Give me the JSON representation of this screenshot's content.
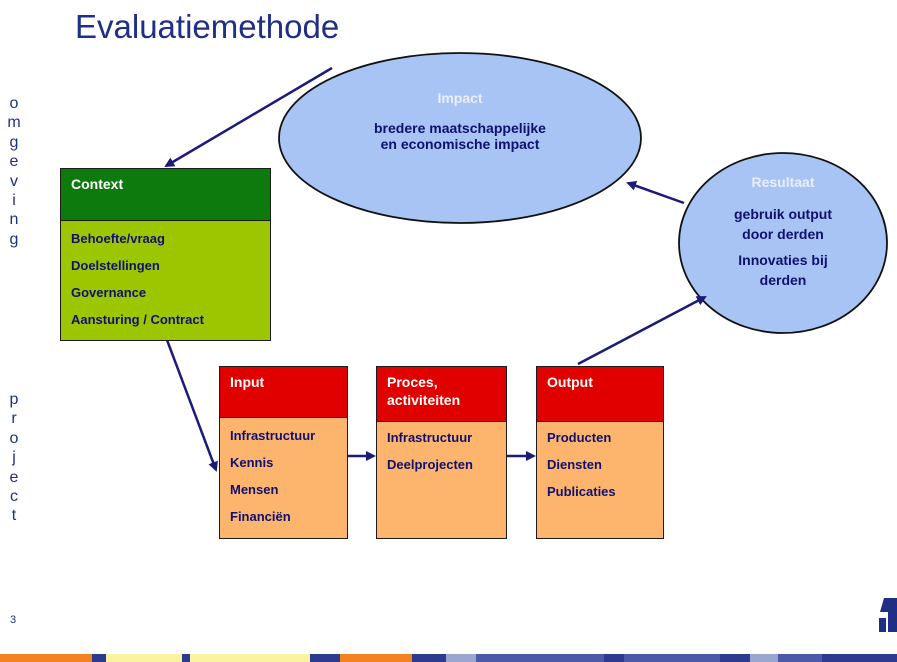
{
  "title": "Evaluatiemethode",
  "side_labels": {
    "omgeving": [
      "o",
      "m",
      "g",
      "e",
      "v",
      "i",
      "n",
      "g"
    ],
    "project": [
      "p",
      "r",
      "o",
      "j",
      "e",
      "c",
      "t"
    ]
  },
  "impact": {
    "heading": "Impact",
    "line1": "bredere maatschappelijke",
    "line2": "en economische impact"
  },
  "resultaat": {
    "heading": "Resultaat",
    "line1": "gebruik output",
    "line2": "door derden",
    "line3": "Innovaties bij",
    "line4": "derden"
  },
  "context": {
    "heading": "Context",
    "items": [
      "Behoefte/vraag",
      "Doelstellingen",
      "Governance",
      "Aansturing / Contract"
    ]
  },
  "input": {
    "heading": "Input",
    "items": [
      "Infrastructuur",
      "Kennis",
      "Mensen",
      "Financiën"
    ]
  },
  "proces": {
    "heading_line1": "Proces,",
    "heading_line2": "activiteiten",
    "items": [
      "Infrastructuur",
      "Deelprojecten"
    ]
  },
  "output": {
    "heading": "Output",
    "items": [
      "Producten",
      "Diensten",
      "Publicaties"
    ]
  },
  "page_number": "3",
  "colors": {
    "title": "#1f2f86",
    "ellipse_fill": "#a8c4f4",
    "context_head": "#0d7a0d",
    "context_body": "#9cc600",
    "box_head": "#e00000",
    "box_body": "#fdb56e",
    "arrow": "#1b1b7a",
    "text_dark": "#10106e"
  }
}
